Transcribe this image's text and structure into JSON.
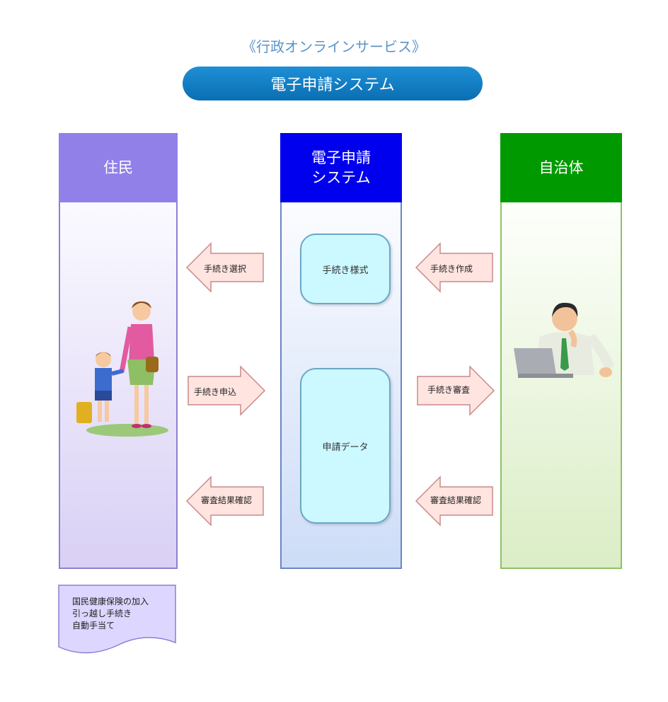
{
  "header": {
    "subtitle": "《行政オンラインサービス》",
    "title": "電子申請システム"
  },
  "columns": {
    "resident": {
      "label": "住民",
      "color": "#9080e8"
    },
    "system": {
      "label_line1": "電子申請",
      "label_line2": "システム",
      "color": "#0000ee"
    },
    "government": {
      "label": "自治体",
      "color": "#009a00"
    }
  },
  "system_boxes": {
    "form": "手続き様式",
    "data": "申請データ"
  },
  "arrows": {
    "left1": "手続き選択",
    "left2": "手続き申込",
    "left3": "審査結果確認",
    "right1": "手続き作成",
    "right2": "手続き審査",
    "right3": "審査結果確認"
  },
  "note": {
    "line1": "国民健康保険の加入",
    "line2": "引っ越し手続き",
    "line3": "自動手当て"
  },
  "colors": {
    "arrow_fill": "#ffe4e0",
    "arrow_stroke": "#c98a8a",
    "note_fill": "#ddd6ff"
  }
}
